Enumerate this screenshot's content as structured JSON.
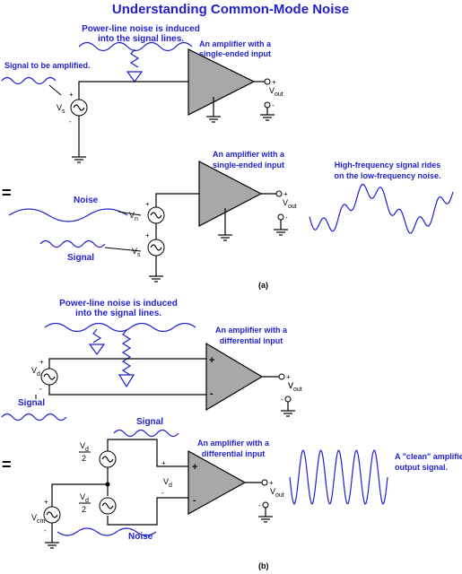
{
  "title": "Understanding Common-Mode Noise",
  "a": {
    "noise_note": [
      "Power-line noise is induced",
      "into the signal lines."
    ],
    "signal_label": "Signal to be amplified.",
    "amp_label": [
      "An amplifier with a",
      "single-ended input"
    ],
    "vs": "V",
    "vs_sub": "s",
    "vout": "V",
    "vout_sub": "out",
    "equals": "=",
    "noise": "Noise",
    "signal": "Signal",
    "vn": "V",
    "vn_sub": "n",
    "amp_label2": [
      "An amplifier with a",
      "single-ended input"
    ],
    "rides_note": [
      "High-frequency signal rides",
      "on the low-frequency noise."
    ],
    "caption": "(a)"
  },
  "b": {
    "noise_note": [
      "Power-line noise is induced",
      "into the signal lines."
    ],
    "amp_label": [
      "An amplifier with a",
      "differential input"
    ],
    "vd": "V",
    "vd_sub": "d",
    "signal": "Signal",
    "equals": "=",
    "signal2": "Signal",
    "amp_label2": [
      "An amplifier with a",
      "differential input"
    ],
    "half_vd": "V",
    "half_vd_sub": "d",
    "half_den": "2",
    "vcm": "V",
    "vcm_sub": "cm",
    "noise": "Noise",
    "clean_note": [
      "A \"clean\" amplified",
      "output signal."
    ],
    "caption": "(b)"
  },
  "colors": {
    "text_blue": "#1f1fcf",
    "amp_fill": "#a8a8a8"
  }
}
